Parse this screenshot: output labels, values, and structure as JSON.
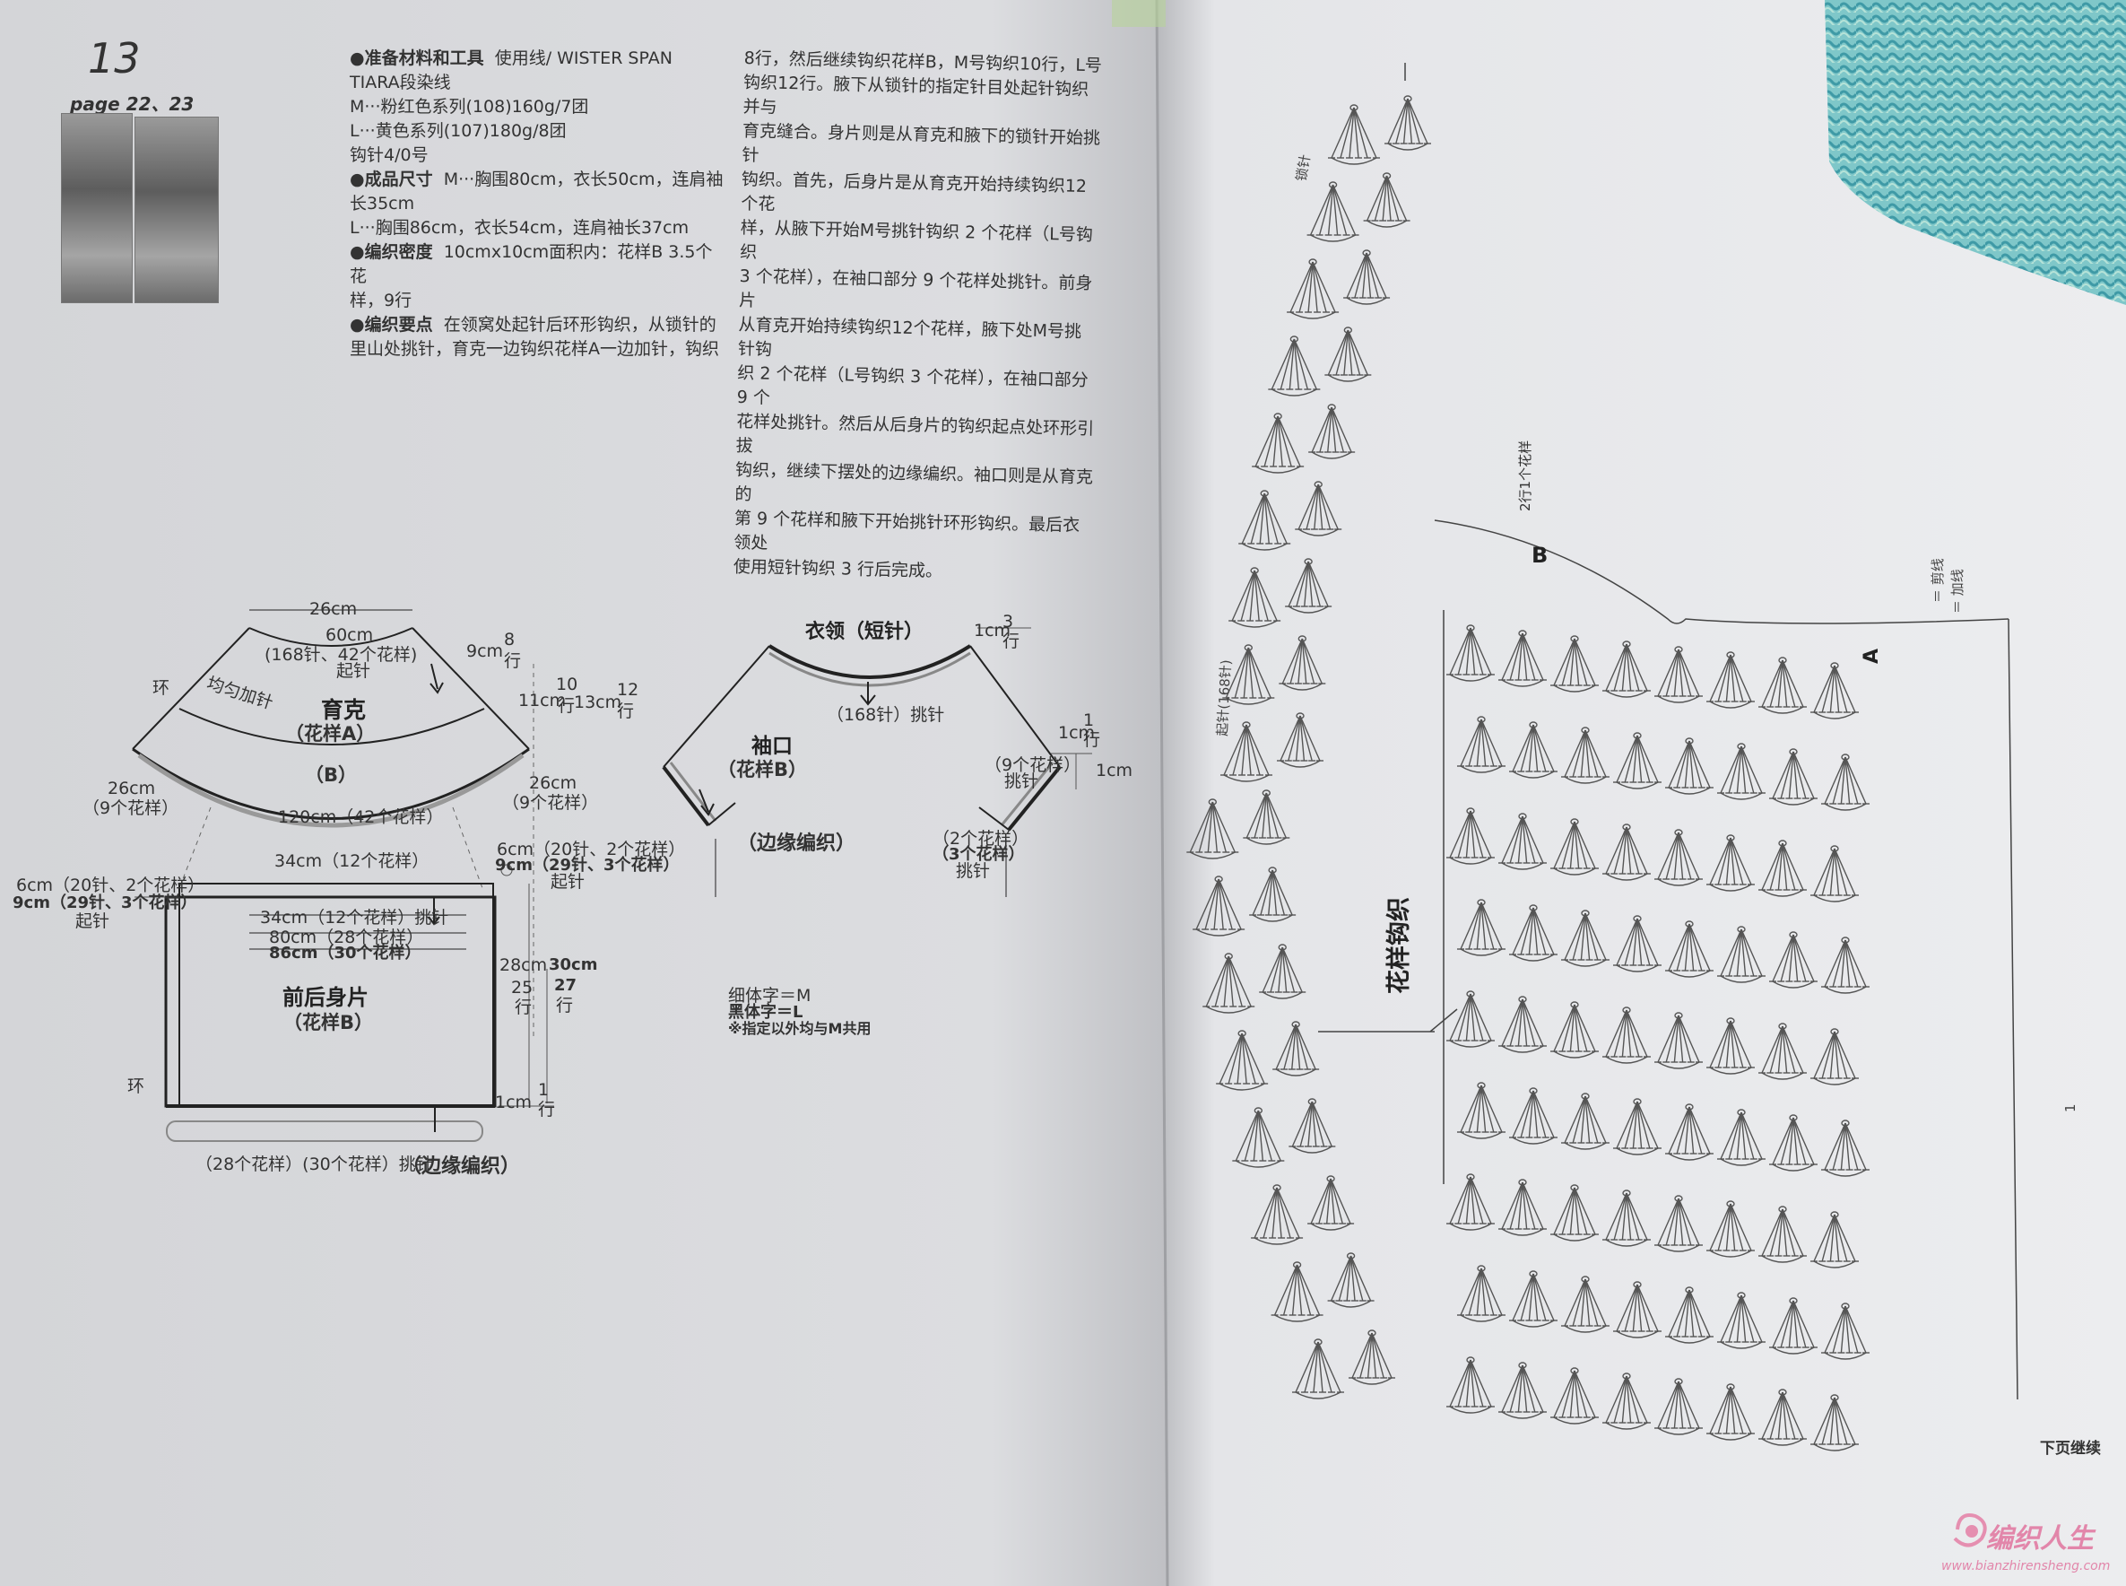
{
  "pattern": {
    "number": "13",
    "page_ref": "page 22、23"
  },
  "instructions": {
    "materials_title": "●准备材料和工具",
    "materials_yarn": "使用线/ WISTER SPAN",
    "materials_yarn2": "TIARA段染线",
    "m_color": "M···粉红色系列(108)160g/7团",
    "l_color": "L···黄色系列(107)180g/8团",
    "hook": "钩针4/0号",
    "size_title": "●成品尺寸",
    "size_m": "M···胸围80cm，衣长50cm，连肩袖",
    "size_m2": "长35cm",
    "size_l": "L···胸围86cm，衣长54cm，连肩袖长37cm",
    "gauge_title": "●编织密度",
    "gauge": "10cmx10cm面积内：花样B 3.5个花",
    "gauge2": "样，9行",
    "points_title": "●编织要点",
    "points1": "在领窝处起针后环形钩织，从锁针的",
    "points2": "里山处挑针，育克一边钩织花样A一边加针，钩织",
    "col2": [
      "8行，然后继续钩织花样B，M号钩织10行，L号",
      "钩织12行。腋下从锁针的指定针目处起针钩织并与",
      "育克缝合。身片则是从育克和腋下的锁针开始挑针",
      "钩织。首先，后身片是从育克开始持续钩织12个花",
      "样，从腋下开始M号挑针钩织 2 个花样（L号钩织",
      "3 个花样），在袖口部分 9 个花样处挑针。前身片",
      "从育克开始持续钩织12个花样，腋下处M号挑针钩",
      "织 2 个花样（L号钩织 3 个花样），在袖口部分 9 个",
      "花样处挑针。然后从后身片的钩织起点处环形引拔",
      "钩织，继续下摆处的边缘编织。袖口则是从育克的",
      "第 9 个花样和腋下开始挑针环形钩织。最后衣领处",
      "使用短针钩织 3 行后完成。"
    ]
  },
  "yoke": {
    "w26": "26cm",
    "top1": "60cm",
    "top2": "(168针、42个花样)",
    "start": "起针",
    "ring": "环",
    "even_inc": "均匀加针",
    "r9cm": "9cm",
    "r8": "8",
    "row": "行",
    "r11": "11cm",
    "r10": "10",
    "r13": "13cm",
    "r12": "12",
    "title": "育克",
    "patA": "（花样A）",
    "patB": "（B）",
    "l26": "26cm",
    "l9": "（9个花样）",
    "rr26": "26cm",
    "rr9": "（9个花样）",
    "bottom": "120cm（42个花样）"
  },
  "body": {
    "w34": "34cm（12个花样）",
    "l6": "6cm（20针、2个花样）",
    "l9": "9cm（29针、3个花样）",
    "lstart": "起针",
    "r6": "6cm（20针、2个花样）",
    "r9": "9cm（29针、3个花样）",
    "rstart": "起针",
    "in34": "34cm（12个花样）挑针",
    "in80": "80cm（28个花样）",
    "in86": "86cm（30个花样）",
    "title": "前后身片",
    "pat": "（花样B）",
    "h28": "28cm",
    "h30": "30cm",
    "h25": "25",
    "h27": "27",
    "hrow": "行",
    "ring": "环",
    "e1": "1cm",
    "e1r": "1",
    "erow": "行",
    "hem_pick": "（28个花样）(30个花样）挑针",
    "hem": "（边缘编织）"
  },
  "collar": {
    "title": "衣领（短针）",
    "c1": "1cm",
    "c3": "3",
    "crow": "行",
    "pick": "（168针）挑针",
    "sleeve": "袖口",
    "sleeve_pat": "（花样B）",
    "edge": "（边缘编织）",
    "s1": "1cm",
    "s1r": "1",
    "srow": "行",
    "s9": "（9个花样）",
    "s9pick": "挑针",
    "s1cm": "1cm",
    "s2": "（2个花样）",
    "s3": "（3个花样）",
    "s3pick": "挑针",
    "note1": "细体字＝M",
    "note2": "黑体字＝L",
    "note3": "※指定以外均与M共用"
  },
  "chart": {
    "label_A": "A",
    "label_B": "B",
    "b_note": "2行1个花样",
    "legend1": "＝ 剪线",
    "legend2": "＝ 加线",
    "main_label": "花样钩织",
    "cont": "下页继续",
    "start_label": "锁针",
    "start_label2": "起针(168针)",
    "edge_num": "1"
  },
  "watermark": {
    "name": "编织人生",
    "url": "www.bianzhirensheng.com"
  }
}
